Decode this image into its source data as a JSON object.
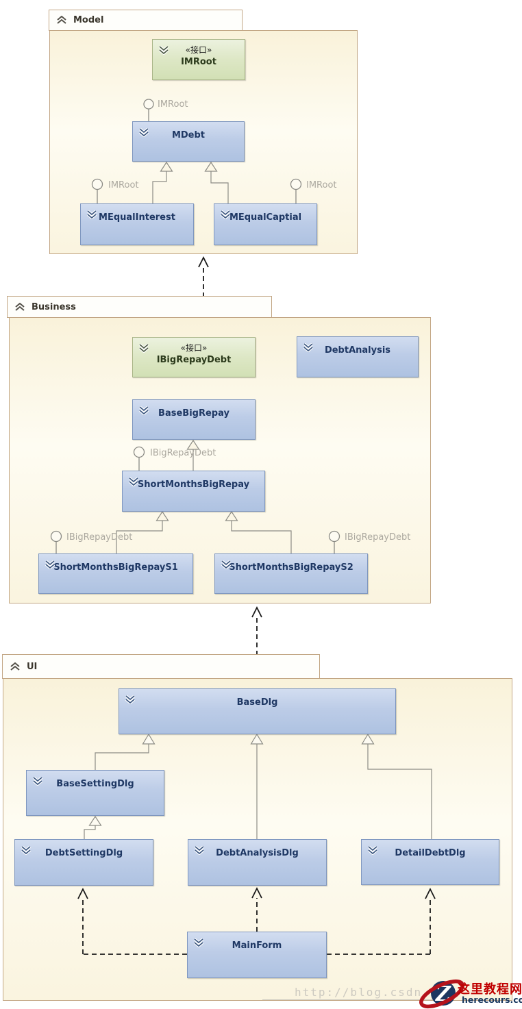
{
  "diagram": {
    "packages": [
      {
        "name": "Model",
        "elements": [
          {
            "stereotype": "«接口»",
            "name": "IMRoot"
          },
          {
            "name": "MDebt"
          },
          {
            "name": "MEqualInterest"
          },
          {
            "name": "MEqualCaptial"
          }
        ],
        "lollipops": [
          "IMRoot",
          "IMRoot",
          "IMRoot"
        ]
      },
      {
        "name": "Business",
        "elements": [
          {
            "stereotype": "«接口»",
            "name": "IBigRepayDebt"
          },
          {
            "name": "DebtAnalysis"
          },
          {
            "name": "BaseBigRepay"
          },
          {
            "name": "ShortMonthsBigRepay"
          },
          {
            "name": "ShortMonthsBigRepayS1"
          },
          {
            "name": "ShortMonthsBigRepayS2"
          }
        ],
        "lollipops": [
          "IBigRepayDebt",
          "IBigRepayDebt",
          "IBigRepayDebt"
        ]
      },
      {
        "name": "UI",
        "elements": [
          {
            "name": "BaseDlg"
          },
          {
            "name": "BaseSettingDlg"
          },
          {
            "name": "DebtSettingDlg"
          },
          {
            "name": "DebtAnalysisDlg"
          },
          {
            "name": "DetailDebtDlg"
          },
          {
            "name": "MainForm"
          }
        ]
      }
    ]
  },
  "watermark": {
    "url_text": "http://blog.csdn"
  },
  "logo": {
    "badge_letter": "Z",
    "site_name": "这里教程网",
    "site_domain": "herecours.com"
  },
  "colors": {
    "class_fill_top": "#d2ddf0",
    "class_fill_bottom": "#aec2e1",
    "class_border": "#7e96bf",
    "class_text": "#1f3864",
    "interface_fill_top": "#ecf2df",
    "interface_fill_bottom": "#d2e0b5",
    "interface_border": "#a9b588",
    "package_border": "#c2a684",
    "package_fill": "#faf4df",
    "relation_gray": "#8c8c85",
    "dependency_black": "#1a1a1a",
    "lollipop_label_gray": "#aba89f",
    "logo_red": "#b5121b",
    "logo_navy": "#1c3660"
  }
}
